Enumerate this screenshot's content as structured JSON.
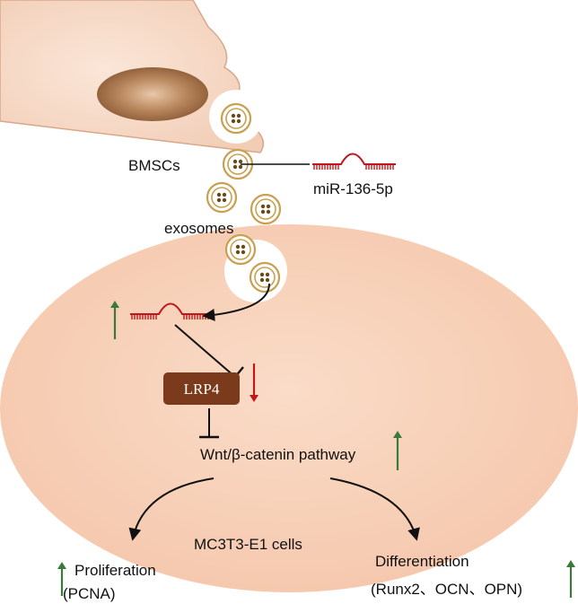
{
  "labels": {
    "bmscs": "BMSCs",
    "mirna": "miR-136-5p",
    "exosomes": "exosomes",
    "lrp4": "LRP4",
    "pathway": "Wnt/β-catenin pathway",
    "cell_line": "MC3T3-E1 cells",
    "proliferation": "Proliferation",
    "proliferation_marker": "(PCNA)",
    "differentiation": "Differentiation",
    "differentiation_markers": "(Runx2、OCN、OPN)"
  },
  "colors": {
    "up_arrow": "#3b7a3b",
    "down_arrow": "#c0161c",
    "mirna": "#c0161c",
    "lrp4_box": "#7b3a1c",
    "target_cell": "#f7cdb7",
    "source_cell": "#f4d6c2",
    "nucleus": "#a5764f",
    "exosome_ring": "#c8a050",
    "exosome_dot": "#6b4a1a"
  },
  "indicators": {
    "mirna_level": "up",
    "lrp4_level": "down",
    "pathway_level": "up",
    "proliferation_level": "up",
    "differentiation_level": "up"
  },
  "icons": {
    "source_cell": "bmsc-cell-icon",
    "exosome": "exosome-icon",
    "mirna": "mirna-hairpin-icon",
    "inhibition": "inhibition-arrow-icon"
  }
}
